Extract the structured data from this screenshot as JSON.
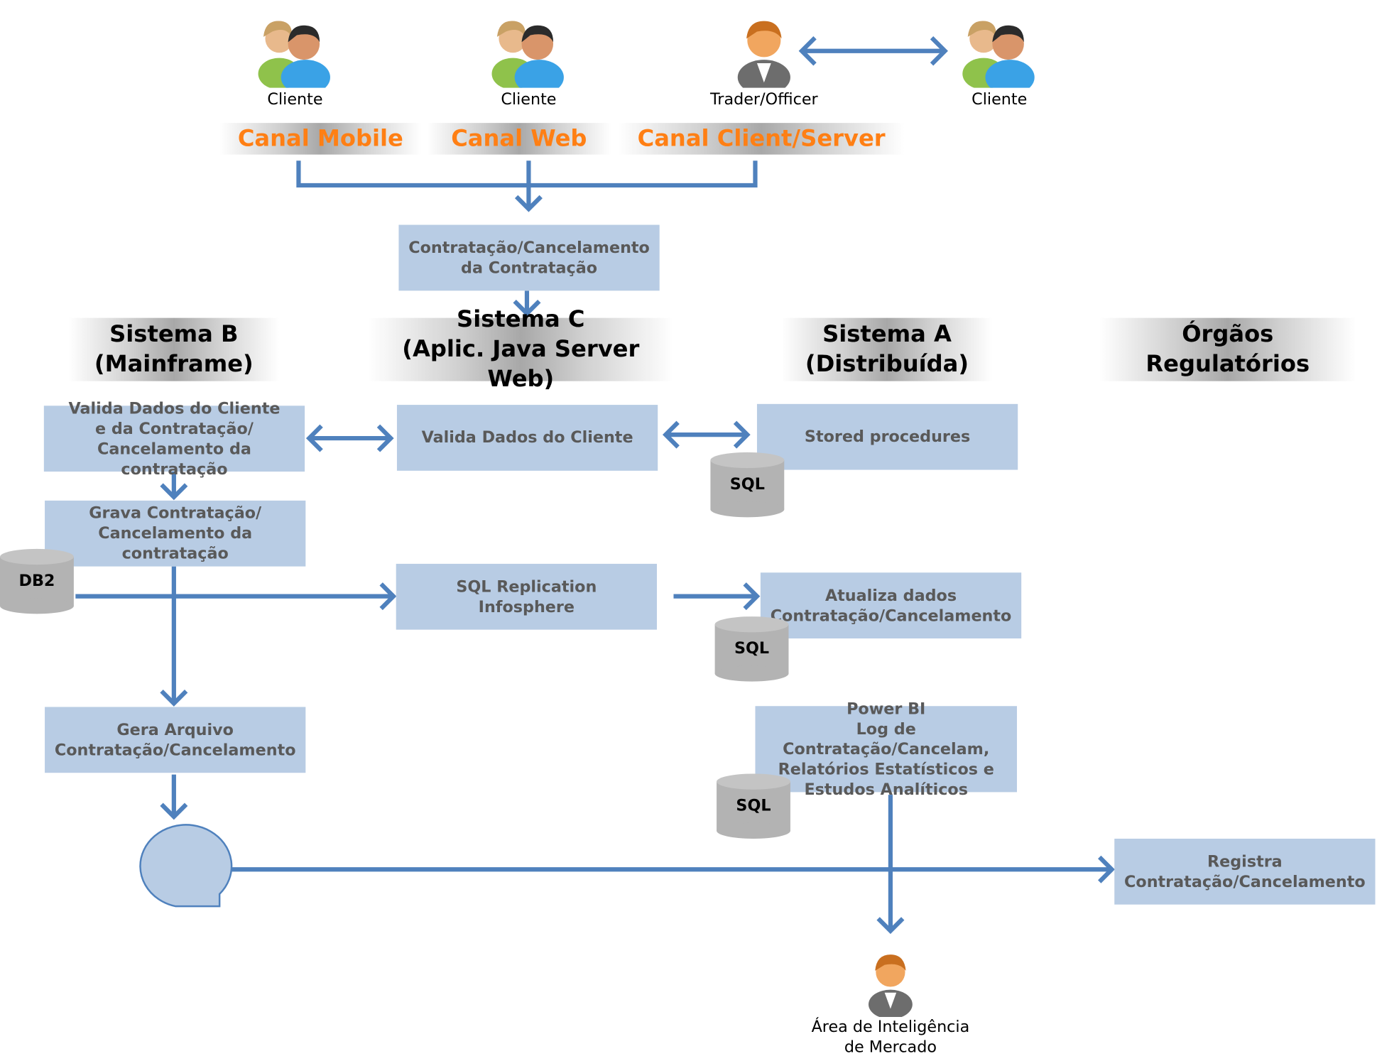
{
  "actors": {
    "mobile_client": {
      "label": "Cliente",
      "icon": "user-pair-icon"
    },
    "web_client": {
      "label": "Cliente",
      "icon": "user-pair-icon"
    },
    "trader": {
      "label": "Trader/Officer",
      "icon": "user-icon"
    },
    "remote_client": {
      "label": "Cliente",
      "icon": "user-pair-icon"
    },
    "market_intel": {
      "label": "Área de Inteligência\nde Mercado",
      "icon": "user-icon"
    }
  },
  "channels": {
    "mobile": "Canal Mobile",
    "web": "Canal Web",
    "client_server": "Canal Client/Server"
  },
  "systems": {
    "b": "Sistema B\n(Mainframe)",
    "c": "Sistema C\n(Aplic. Java Server Web)",
    "a": "Sistema A\n(Distribuída)",
    "regulators": "Órgãos Regulatórios"
  },
  "boxes": {
    "contratacao": "Contratação/Cancelamento\nda Contratação",
    "valida_b": "Valida Dados do Cliente\ne da Contratação/\nCancelamento da contratação",
    "valida_c": "Valida Dados do Cliente",
    "stored_procs": "Stored procedures",
    "grava": "Grava Contratação/\nCancelamento da contratação",
    "replication": "SQL Replication\nInfosphere",
    "atualiza": "Atualiza dados\nContratação/Cancelamento",
    "gera_arquivo": "Gera Arquivo\nContratação/Cancelamento",
    "power_bi": "Power BI\nLog de Contratação/Cancelam,\nRelatórios Estatísticos e\nEstudos Analíticos",
    "registra": "Registra\nContratação/Cancelamento"
  },
  "databases": {
    "sql_a": "SQL",
    "db2": "DB2",
    "sql_b": "SQL",
    "sql_c": "SQL"
  },
  "colors": {
    "box_fill": "#b8cce4",
    "box_text": "#595959",
    "arrow": "#4f81bd",
    "channel_text": "#ff7f14",
    "db_fill": "#b3b3b3"
  }
}
